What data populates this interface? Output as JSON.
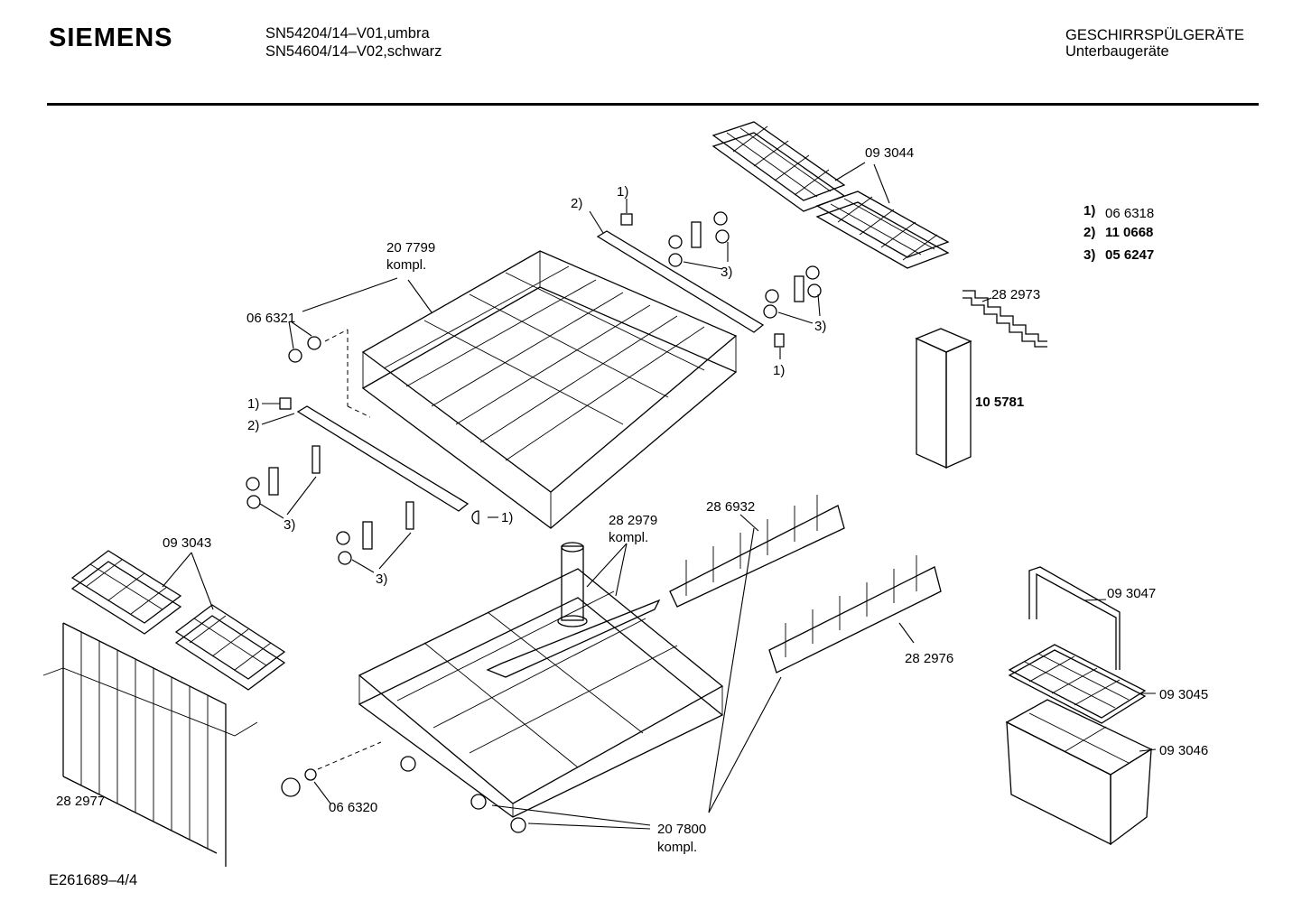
{
  "header": {
    "brand": "SIEMENS",
    "model_line_1": "SN54204/14–V01,umbra",
    "model_line_2": "SN54604/14–V02,schwarz",
    "category_line_1": "GESCHIRRSPÜLGERÄTE",
    "category_line_2": "Unterbaugeräte"
  },
  "legend": [
    {
      "key": "1)",
      "value": "06 6318"
    },
    {
      "key": "2)",
      "value": "11 0668"
    },
    {
      "key": "3)",
      "value": "05 6247"
    }
  ],
  "labels": {
    "p093044": "09 3044",
    "p207799": "20 7799",
    "p207799_kompl": "kompl.",
    "p066321": "06 6321",
    "p282973": "28 2973",
    "p105781": "10 5781",
    "p282979": "28 2979",
    "p282979_kompl": "kompl.",
    "p286932": "28 6932",
    "p093043": "09 3043",
    "p093047": "09 3047",
    "p282976": "28 2976",
    "p093045": "09 3045",
    "p093046": "09 3046",
    "p282977": "28 2977",
    "p066320": "06 6320",
    "p207800": "20 7800",
    "p207800_kompl": "kompl.",
    "ref1": "1)",
    "ref2": "2)",
    "ref3": "3)"
  },
  "footer": {
    "drawing_id": "E261689–4/4"
  }
}
